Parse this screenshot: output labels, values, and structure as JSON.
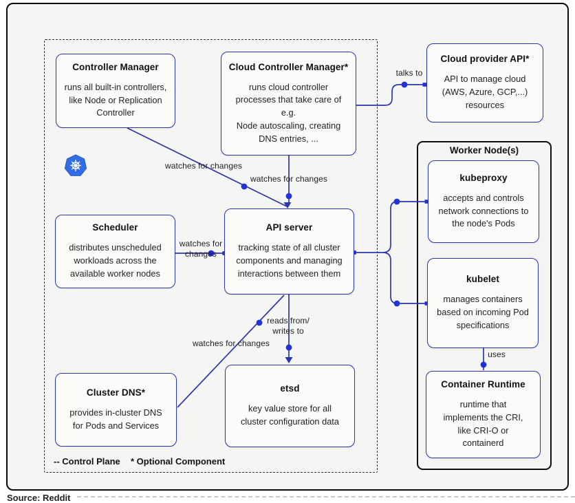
{
  "diagram": {
    "boxes": [
      {
        "id": "controller-manager",
        "title": "Controller Manager",
        "body": "runs all built-in controllers,\nlike Node or Replication\nController"
      },
      {
        "id": "cloud-controller-manager",
        "title": "Cloud Controller Manager*",
        "body": "runs cloud controller\nprocesses that take care of\ne.g.\nNode autoscaling, creating\nDNS entries, ..."
      },
      {
        "id": "cloud-provider-api",
        "title": "Cloud provider API*",
        "body": "API to manage cloud\n(AWS, Azure, GCP,...)\nresources"
      },
      {
        "id": "scheduler",
        "title": "Scheduler",
        "body": "distributes unscheduled\nworkloads across the\navailable worker nodes"
      },
      {
        "id": "api-server",
        "title": "API server",
        "body": "tracking state of all cluster\ncomponents and managing\ninteractions between them"
      },
      {
        "id": "etsd",
        "title": "etsd",
        "body": "key value store for all\ncluster configuration data"
      },
      {
        "id": "cluster-dns",
        "title": "Cluster DNS*",
        "body": "provides in-cluster DNS\nfor Pods and Services"
      },
      {
        "id": "kubeproxy",
        "title": "kubeproxy",
        "body": "accepts and controls\nnetwork connections to\nthe node's Pods"
      },
      {
        "id": "kubelet",
        "title": "kubelet",
        "body": "manages containers\nbased on incoming Pod\nspecifications"
      },
      {
        "id": "container-runtime",
        "title": "Container Runtime",
        "body": "runtime that\nimplements the CRI,\nlike CRI-O or\ncontainerd"
      }
    ],
    "edges": {
      "talks_to": "talks to",
      "watches_cm": "watches for changes",
      "watches_ccm": "watches for changes",
      "watches_scheduler": "watches for\nchanges",
      "watches_dns": "watches for changes",
      "reads_writes": "reads from/\nwrites to",
      "uses": "uses"
    },
    "worker_group": {
      "title": "Worker Node(s)"
    },
    "legend": {
      "control_plane": "-- Control Plane",
      "optional_component": "* Optional Component"
    },
    "icons": {
      "kubernetes_logo": "kubernetes-logo"
    },
    "colors": {
      "line_blue": "#2c35ad",
      "dot_blue": "#2232d6",
      "border_black": "#0a0a0a"
    },
    "footer": {
      "source": "Source: Reddit"
    }
  }
}
